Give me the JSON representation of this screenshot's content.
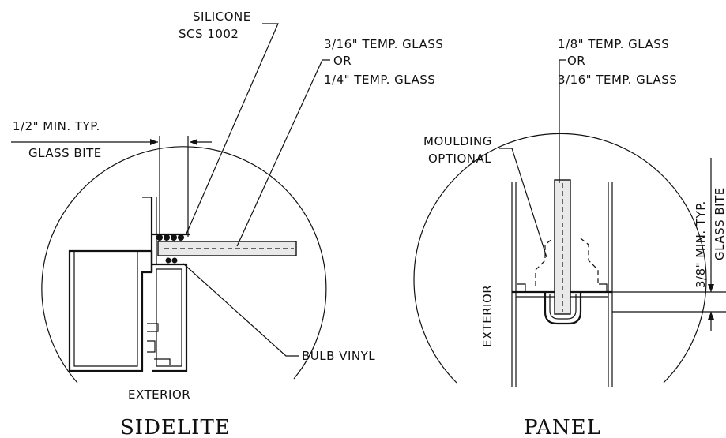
{
  "sidelite": {
    "labels": {
      "silicone_1": "SILICONE",
      "silicone_2": "SCS 1002",
      "glass_1": "3/16\" TEMP. GLASS",
      "glass_or": "OR",
      "glass_2": "1/4\" TEMP. GLASS",
      "bite_1": "1/2\" MIN. TYP.",
      "bite_2": "GLASS BITE",
      "bulb": "BULB VINYL",
      "exterior": "EXTERIOR"
    },
    "caption": "SIDELITE"
  },
  "panel": {
    "labels": {
      "glass_1": "1/8\" TEMP. GLASS",
      "glass_or": "OR",
      "glass_2": "3/16\" TEMP. GLASS",
      "moulding_1": "MOULDING",
      "moulding_2": "OPTIONAL",
      "exterior": "EXTERIOR",
      "bite_1": "3/8\" MIN. TYP.",
      "bite_2": "GLASS BITE"
    },
    "caption": "PANEL"
  }
}
